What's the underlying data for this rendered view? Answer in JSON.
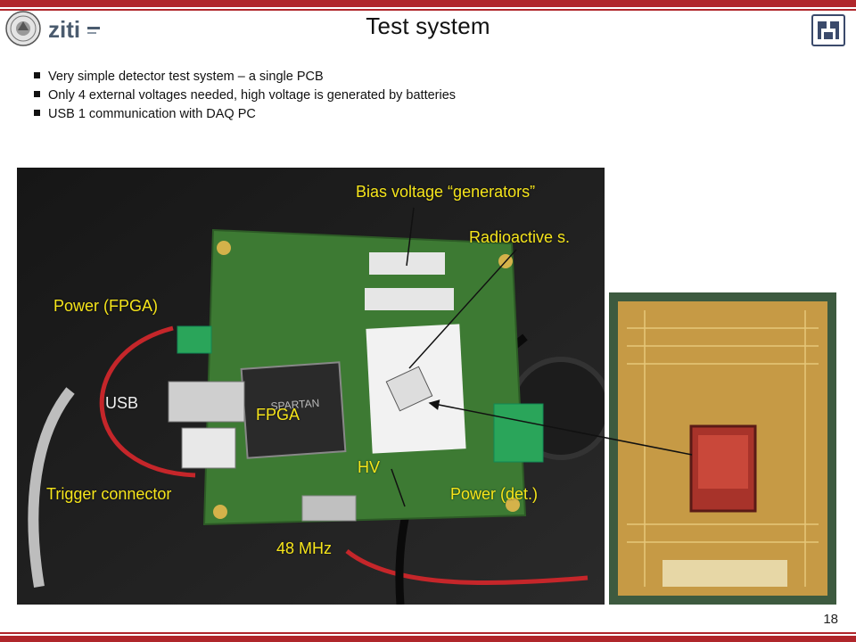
{
  "slide": {
    "title": "Test system",
    "page_number": "18",
    "logo_text": "ziti"
  },
  "bullets": [
    "Very simple detector test system – a single PCB",
    "Only 4 external voltages needed, high voltage is generated by batteries",
    "USB 1 communication with DAQ PC"
  ],
  "photo_labels": {
    "bias": "Bias voltage “generators”",
    "radio": "Radioactive s.",
    "power_fpga": "Power (FPGA)",
    "usb": "USB",
    "fpga": "FPGA",
    "hv": "HV",
    "trigger": "Trigger connector",
    "power_det": "Power (det.)",
    "clock": "48 MHz"
  },
  "colors": {
    "accent": "#b0262b",
    "label": "#f6e51b",
    "pcb": "#3d7a33"
  }
}
